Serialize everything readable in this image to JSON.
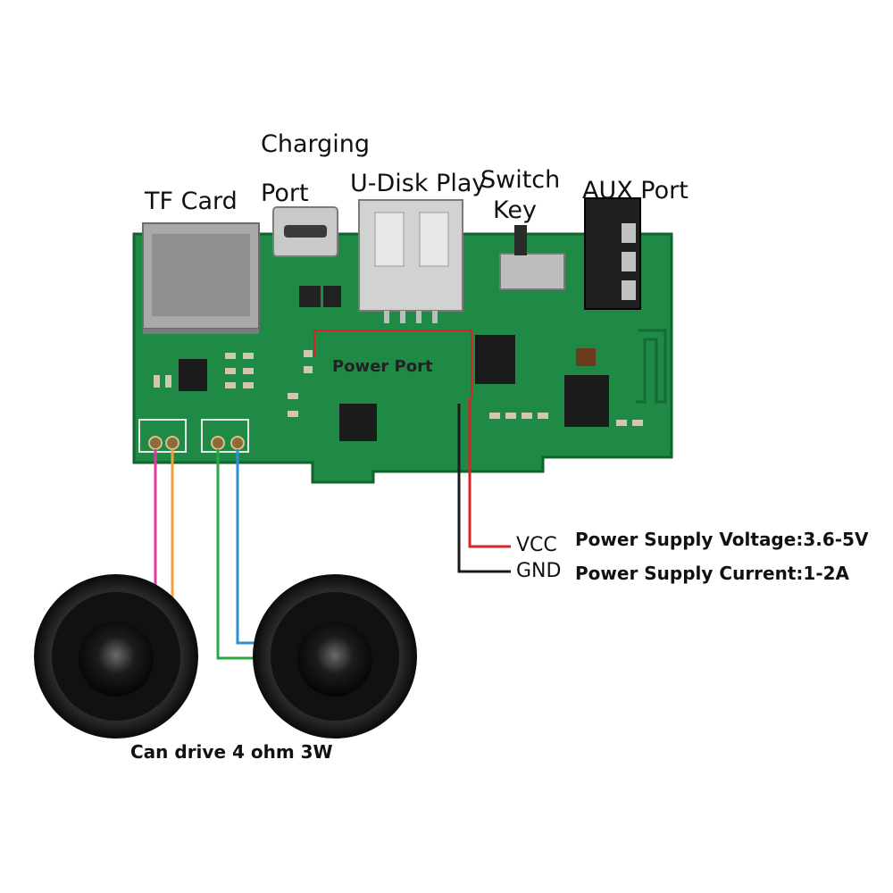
{
  "labels": {
    "tf_card": "TF Card",
    "charging_port_line1": "Charging",
    "charging_port_line2": "Port",
    "u_disk_play": "U-Disk Play",
    "switch_key_line1": "Switch",
    "switch_key_line2": "Key",
    "aux_port": "AUX Port",
    "power_port": "Power Port",
    "vcc": "VCC",
    "gnd": "GND",
    "power_supply_voltage": "Power Supply Voltage:3.6-5V",
    "power_supply_current": "Power Supply Current:1-2A",
    "speaker_note": "Can drive 4 ohm 3W"
  },
  "colors": {
    "pcb": "#1f8a45",
    "pcb_dark": "#146b33",
    "vcc_wire": "#d8232a",
    "gnd_wire": "#1a1a1a",
    "speaker_left_wire_a": "#e0389e",
    "speaker_left_wire_b": "#f2a23c",
    "speaker_right_wire_a": "#27a844",
    "speaker_right_wire_b": "#2d8fd6"
  }
}
